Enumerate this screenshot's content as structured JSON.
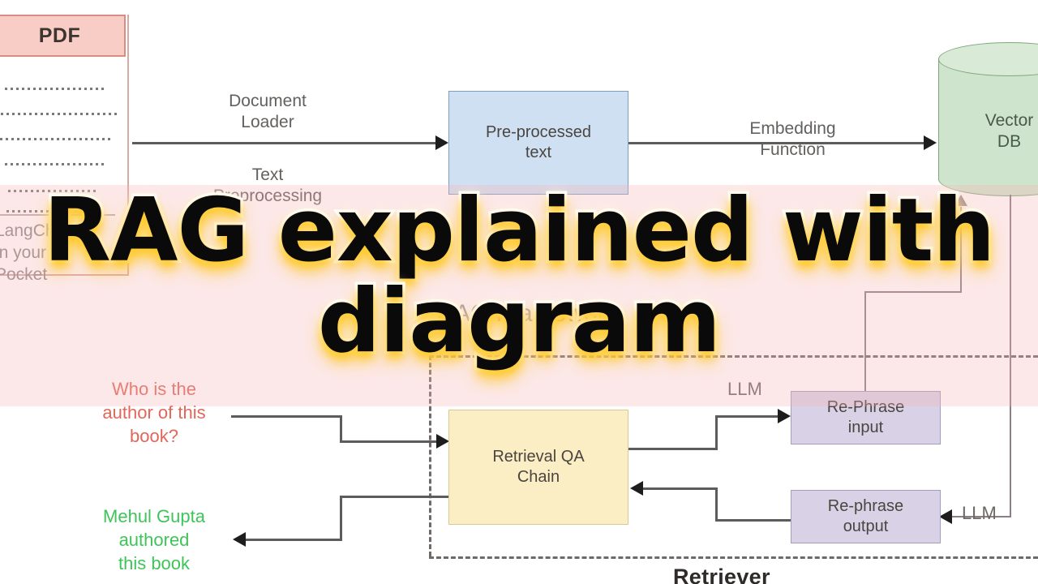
{
  "overlay": {
    "title_line_1": "RAG explained with",
    "title_line_2": "diagram",
    "band_color": "#f6b4b4"
  },
  "diagram": {
    "framework_label": "RAG Framework",
    "retriever_label": "Retriever",
    "source_document": {
      "header": "PDF",
      "caption": "LangChain\nin your\nPocket"
    },
    "nodes": {
      "preprocessed_text": "Pre-processed\ntext",
      "vector_db": "Vector\nDB",
      "retrieval_qa_chain": "Retrieval QA\nChain",
      "rephrase_input": "Re-Phrase\ninput",
      "rephrase_output": "Re-phrase\noutput"
    },
    "edge_labels": {
      "document_loader": "Document\nLoader",
      "text_preprocessing": "Text\nPreprocessing",
      "embedding_function": "Embedding\nFunction",
      "llm_top": "LLM",
      "llm_bottom": "LLM"
    },
    "query_flow": {
      "question": "Who is the\nauthor of this\nbook?",
      "answer": "Mehul Gupta\nauthored\nthis book"
    },
    "colors": {
      "preprocessed_fill": "#cfe0f2",
      "vector_db_fill": "#cfe4cd",
      "qa_chain_fill": "#fbeec4",
      "rephrase_fill": "#d9d2e6",
      "pdf_header_fill": "#f8cdc6",
      "question_text": "#e2665a",
      "answer_text": "#3fc45a"
    }
  }
}
